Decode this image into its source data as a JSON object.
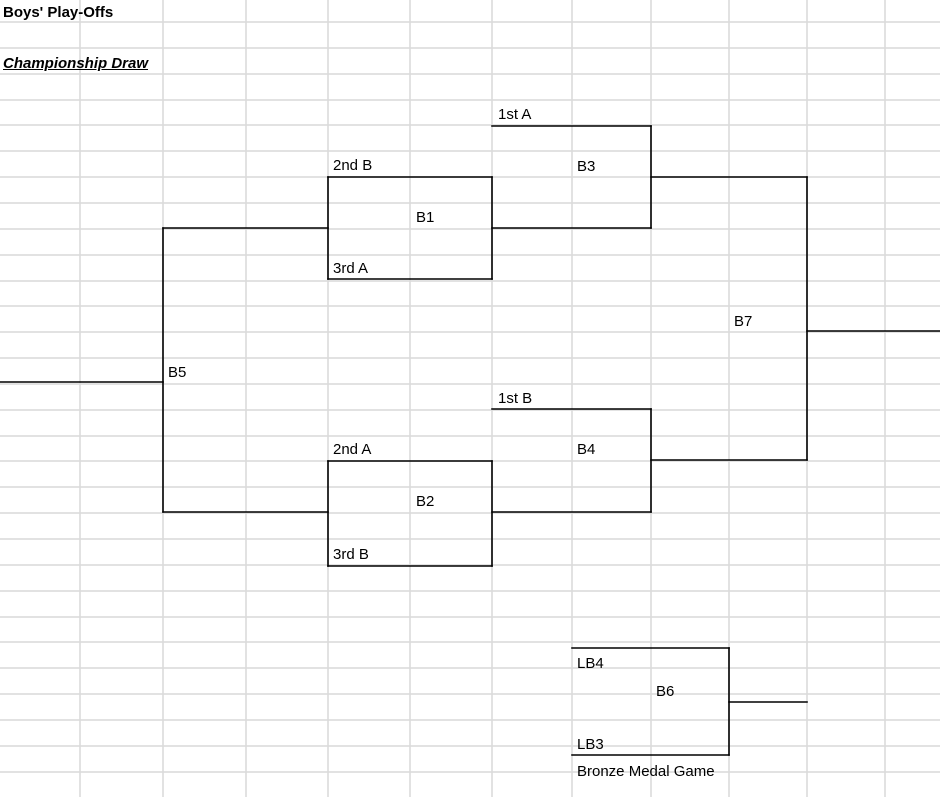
{
  "sheet": {
    "title": "Boys' Play-Offs",
    "subtitle": "Championship Draw"
  },
  "bracket": {
    "seeds": {
      "first_a": "1st A",
      "second_b": "2nd B",
      "third_a": "3rd A",
      "first_b": "1st B",
      "second_a": "2nd A",
      "third_b": "3rd B",
      "lb4": "LB4",
      "lb3": "LB3"
    },
    "games": {
      "b1": "B1",
      "b2": "B2",
      "b3": "B3",
      "b4": "B4",
      "b5": "B5",
      "b6": "B6",
      "b7": "B7"
    },
    "bronze_label": "Bronze Medal Game"
  },
  "colors": {
    "grid": "#d9d9d9",
    "bracket_line": "#000000"
  }
}
